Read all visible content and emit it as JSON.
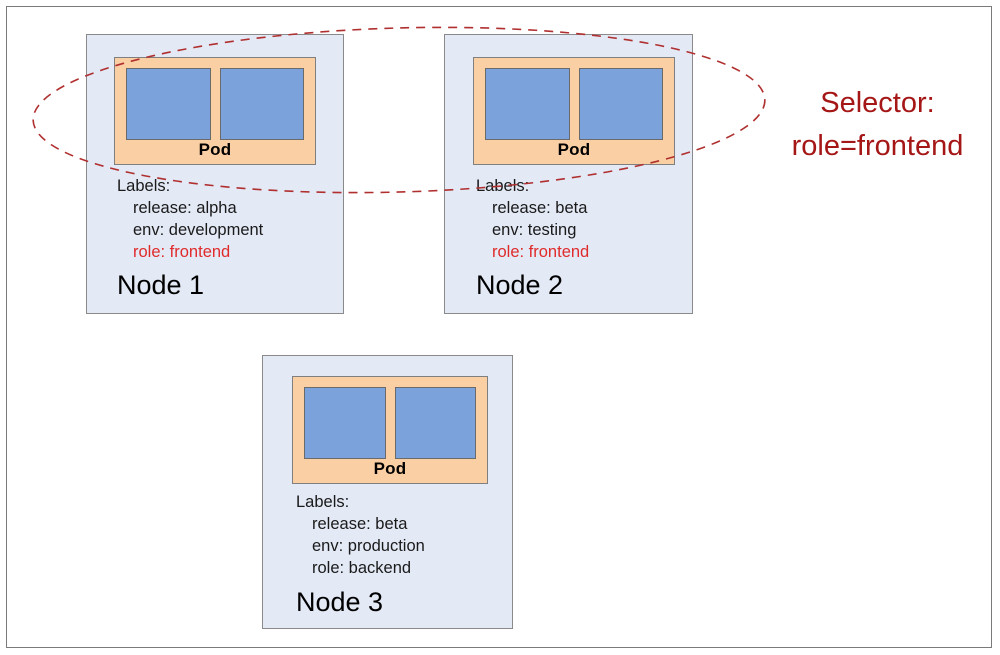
{
  "diagram": {
    "title": "Kubernetes label selector diagram",
    "colors": {
      "node_fill": "#e3e9f5",
      "node_border": "#8a8a8a",
      "pod_fill": "#fbcfa4",
      "pod_border": "#7f7f7f",
      "container_fill": "#7ba2db",
      "container_border": "#6a6a6a",
      "highlight_red": "#e02b2b",
      "selector_red": "#a51616",
      "frame_border": "#7a7a7a",
      "background": "#ffffff"
    },
    "nodes": [
      {
        "id": "node-1",
        "title": "Node 1",
        "pod_label": "Pod",
        "container_count": 2,
        "labels_title": "Labels:",
        "labels": [
          {
            "text": "release: alpha",
            "highlight": false
          },
          {
            "text": "env: development",
            "highlight": false
          },
          {
            "text": "role: frontend",
            "highlight": true
          }
        ],
        "selected": true
      },
      {
        "id": "node-2",
        "title": "Node 2",
        "pod_label": "Pod",
        "container_count": 2,
        "labels_title": "Labels:",
        "labels": [
          {
            "text": "release: beta",
            "highlight": false
          },
          {
            "text": "env: testing",
            "highlight": false
          },
          {
            "text": "role: frontend",
            "highlight": true
          }
        ],
        "selected": true
      },
      {
        "id": "node-3",
        "title": "Node 3",
        "pod_label": "Pod",
        "container_count": 2,
        "labels_title": "Labels:",
        "labels": [
          {
            "text": "release: beta",
            "highlight": false
          },
          {
            "text": "env: production",
            "highlight": false
          },
          {
            "text": "role: backend",
            "highlight": false
          }
        ],
        "selected": false
      }
    ],
    "selector": {
      "heading": "Selector:",
      "expression": "role=frontend",
      "shape": "dashed-ellipse",
      "covers": [
        "Node 1 Pod",
        "Node 2 Pod"
      ]
    }
  }
}
